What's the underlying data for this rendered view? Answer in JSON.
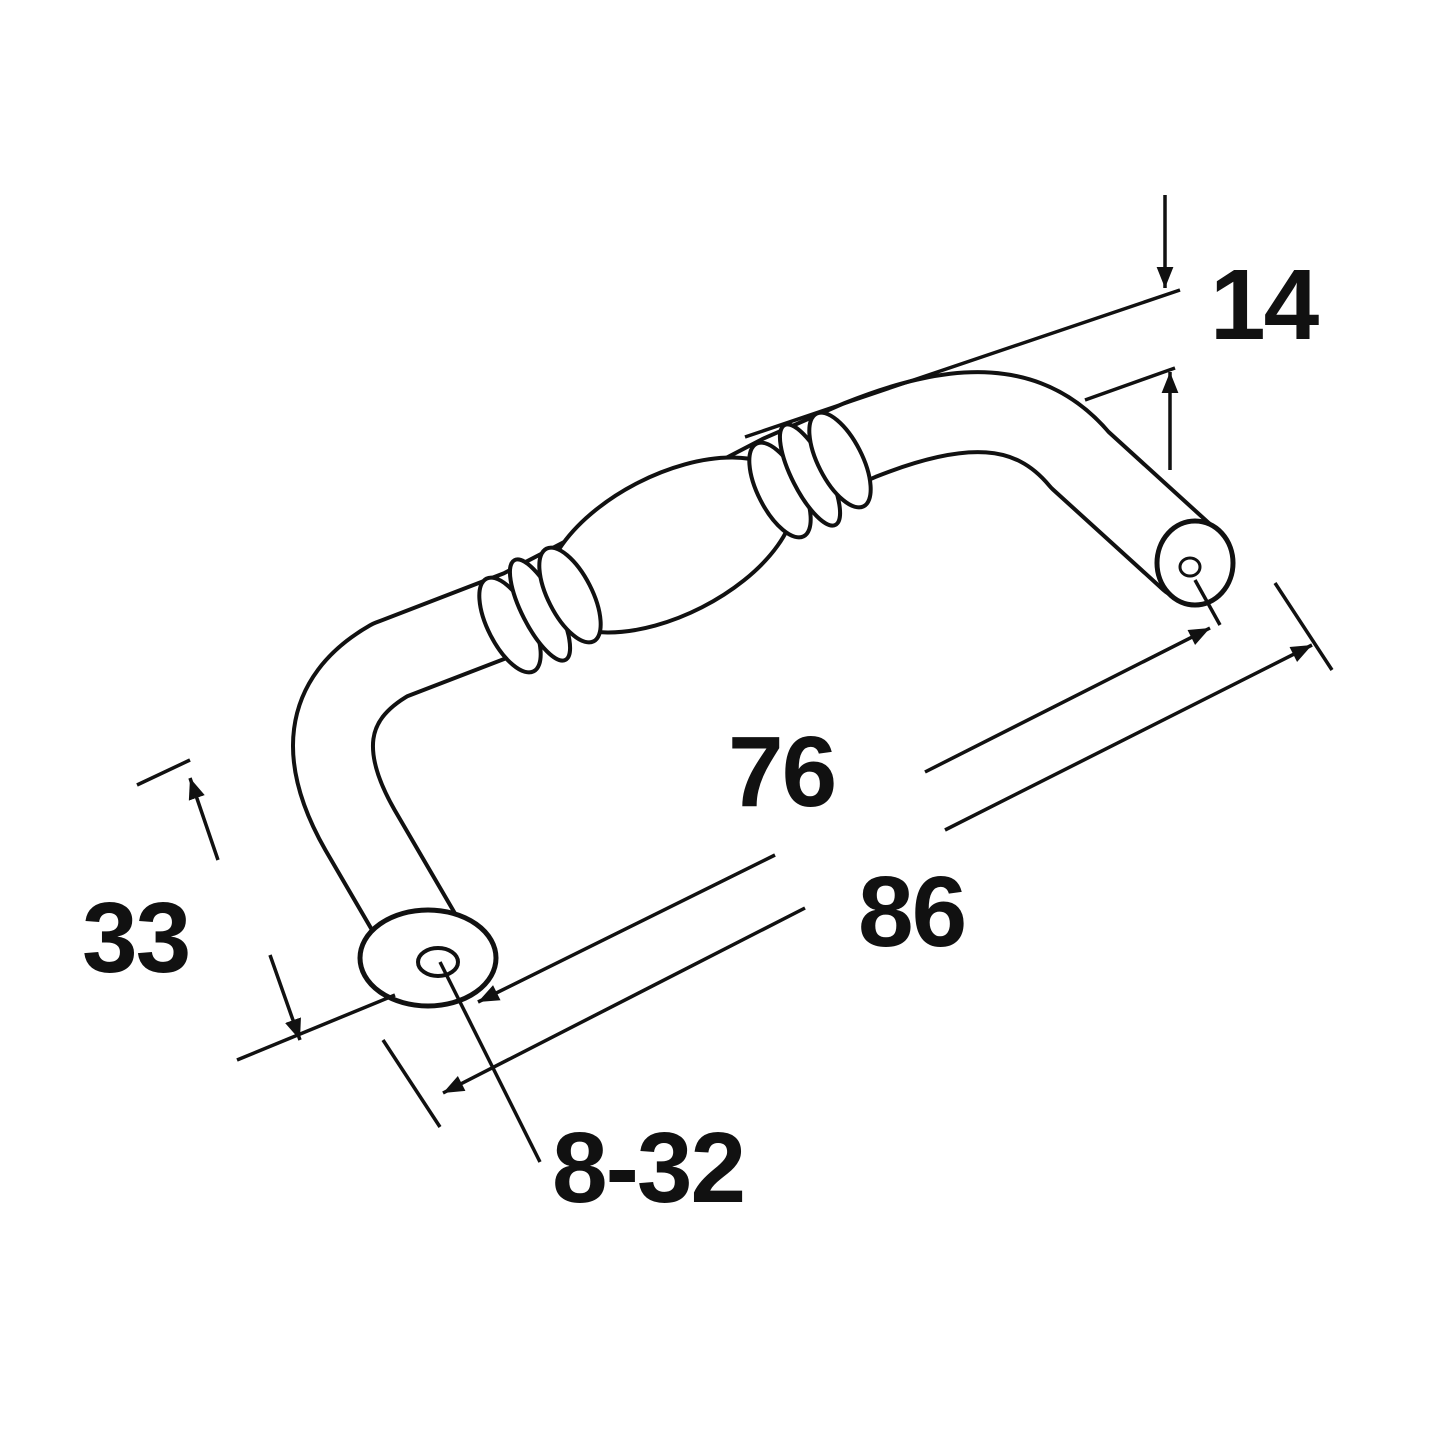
{
  "dimensions": {
    "handle_thickness": "14",
    "hole_spacing": "76",
    "overall_length": "86",
    "projection": "33",
    "screw_thread": "8-32"
  },
  "colors": {
    "line": "#111111",
    "background": "#ffffff"
  }
}
